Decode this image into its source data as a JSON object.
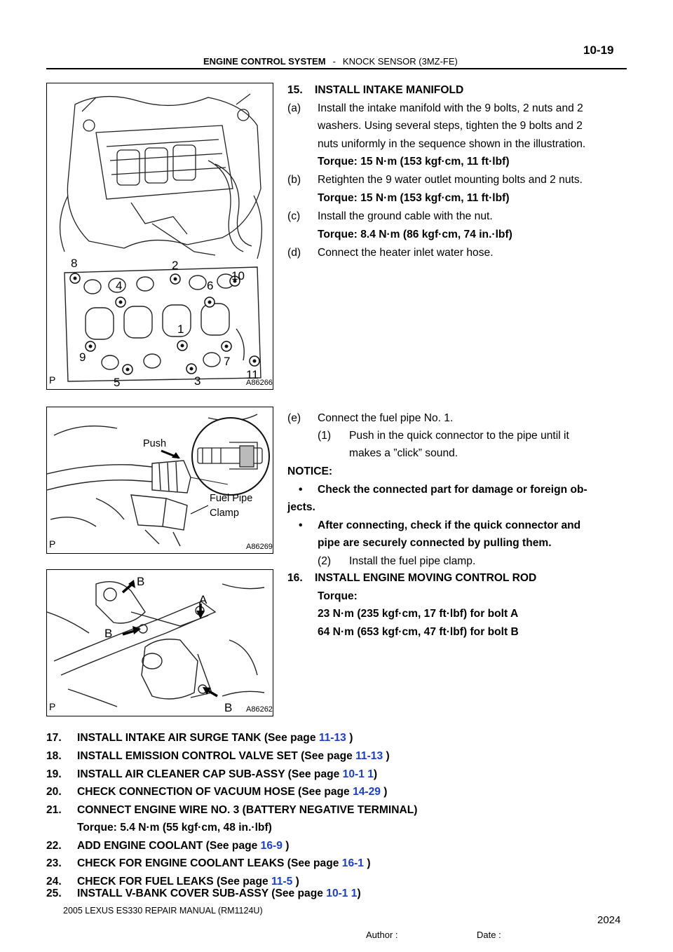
{
  "header": {
    "page_number": "10-19",
    "section": "ENGINE CONTROL SYSTEM",
    "separator": "-",
    "subsection": "KNOCK SENSOR (3MZ-FE)"
  },
  "figures": [
    {
      "id": "A86266",
      "corner": "P",
      "bolt_labels": [
        "8",
        "2",
        "10",
        "4",
        "6",
        "1",
        "9",
        "7",
        "11",
        "5",
        "3"
      ]
    },
    {
      "id": "A86269",
      "corner": "P",
      "labels": {
        "push": "Push",
        "clamp_line1": "Fuel Pipe",
        "clamp_line2": "Clamp"
      }
    },
    {
      "id": "A86262",
      "corner": "P",
      "labels": {
        "b_top": "B",
        "a": "A",
        "b_left": "B",
        "b_bottom": "B"
      }
    }
  ],
  "step15": {
    "title": "15.    INSTALL INTAKE MANIFOLD",
    "a_marker": "(a)",
    "a_line1": "Install the intake manifold with the 9 bolts, 2 nuts and 2",
    "a_line2": "washers. Using several steps, tighten the 9 bolts and 2",
    "a_line3": "nuts uniformly in the sequence shown in the illustration.",
    "a_torque": "Torque: 15 N·m (153 kgf·cm, 11 ft·lbf)",
    "b_marker": "(b)",
    "b_line1": "Retighten the 9 water outlet mounting bolts and 2 nuts.",
    "b_torque": "Torque: 15 N·m (153 kgf·cm, 11 ft·lbf)",
    "c_marker": "(c)",
    "c_line1": "Install the ground cable with the nut.",
    "c_torque": "Torque: 8.4 N·m (86 kgf·cm, 74 in.·lbf)",
    "d_marker": "(d)",
    "d_line1": "Connect the heater inlet water hose.",
    "e_marker": "(e)",
    "e_line1": "Connect the fuel pipe No. 1.",
    "e1_marker": "(1)",
    "e1_line1": "Push in the quick connector to the pipe until it",
    "e1_line2": "makes a ”click” sound.",
    "notice": "NOTICE:",
    "bullet1_line1": "Check the connected part for damage or foreign ob-",
    "bullet1_line2": "jects.",
    "bullet2_line1": "After connecting, check if the quick connector and",
    "bullet2_line2": "pipe are securely connected by pulling them.",
    "bullet_symbol": "•",
    "e2_marker": "(2)",
    "e2_line1": "Install the fuel pipe clamp."
  },
  "step16": {
    "title": "16.    INSTALL ENGINE MOVING CONTROL ROD",
    "torque_label": "Torque:",
    "torque_a": "23 N·m (235 kgf·cm, 17 ft·lbf) for bolt A",
    "torque_b": "64 N·m (653 kgf·cm, 47 ft·lbf) for bolt B"
  },
  "steps_list": [
    {
      "num": "17.",
      "text": "INSTALL INTAKE AIR SURGE TANK (See page ",
      "link": "11-13",
      "after": " )"
    },
    {
      "num": "18.",
      "text": "INSTALL EMISSION CONTROL VALVE SET (See page ",
      "link": "11-13",
      "after": " )"
    },
    {
      "num": "19.",
      "text": "INSTALL AIR CLEANER CAP SUB-ASSY (See page ",
      "link": "10-1 1",
      "after": ")"
    },
    {
      "num": "20.",
      "text": "CHECK CONNECTION OF VACUUM HOSE (See page ",
      "link": "14-29",
      "after": " )"
    },
    {
      "num": "21.",
      "text": "CONNECT ENGINE WIRE NO. 3 (BATTERY NEGATIVE TERMINAL)",
      "link": "",
      "after": ""
    },
    {
      "num": "",
      "text": "Torque: 5.4 N·m (55 kgf·cm, 48 in.·lbf)",
      "link": "",
      "after": ""
    },
    {
      "num": "22.",
      "text": "ADD ENGINE COOLANT (See page ",
      "link": "16-9",
      "after": " )"
    },
    {
      "num": "23.",
      "text": "CHECK FOR ENGINE COOLANT LEAKS (See page ",
      "link": "16-1",
      "after": " )"
    },
    {
      "num": "24.",
      "text": "CHECK FOR FUEL LEAKS (See page ",
      "link": "11-5",
      "after": " )"
    },
    {
      "num": "25.",
      "text": "INSTALL V-BANK COVER SUB-ASSY (See page ",
      "link": "10-1 1",
      "after": ")"
    }
  ],
  "footer": {
    "manual": "2005 LEXUS ES330 REPAIR MANUAL   (RM1124U)",
    "page": "2024",
    "author_label": "Author :",
    "date_label": "Date :"
  }
}
